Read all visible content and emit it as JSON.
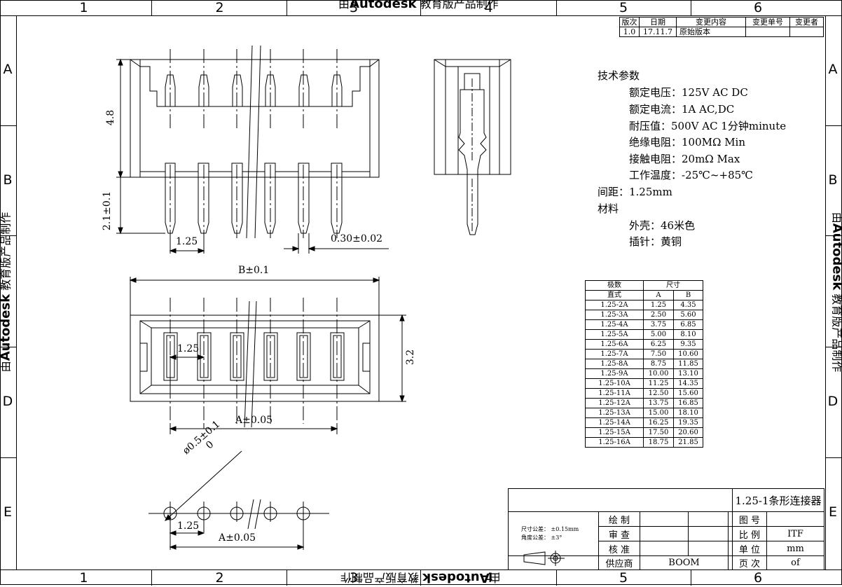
{
  "zones": [
    "1",
    "2",
    "3",
    "4",
    "5",
    "6"
  ],
  "rows": [
    "A",
    "B",
    "C",
    "D",
    "E"
  ],
  "watermark": {
    "prefix": "由",
    "brand": "Autodesk",
    "suffix": "教育版产品制作"
  },
  "revision": {
    "headers": [
      "版次",
      "日期",
      "变更内容",
      "变更单号",
      "变更者"
    ],
    "row": [
      "1.0",
      "17.11.7",
      "原始版本",
      "",
      ""
    ]
  },
  "specs": {
    "title": "技术参数",
    "voltage": "额定电压：125V AC DC",
    "current": "额定电流：1A AC,DC",
    "withstand": "耐压值：500V AC 1分钟minute",
    "insulation": "绝缘电阻：100MΩ   Min",
    "contact": "接触电阻：20mΩ    Max",
    "temp": "工作温度：-25℃~+85℃",
    "pitch": "间距：1.25mm",
    "material_title": "材料",
    "housing": "外壳：46米色",
    "pin": "插针：黄铜"
  },
  "dims": {
    "height": "4.8",
    "pin_len": "2.1±0.1",
    "pitch_a": "1.25",
    "pin_w": "0.30±0.02",
    "b_dim": "B±0.1",
    "depth": "3.2",
    "pitch_b": "1.25",
    "a_dim": "A±0.05",
    "hole": "ø0.5±0.1",
    "hole_tol": "0",
    "pitch_c": "1.25",
    "a_dim2": "A±0.05"
  },
  "size_table": {
    "h1": "极数",
    "h2": "尺寸",
    "s1": "直式",
    "s2": "A",
    "s3": "B",
    "rows": [
      [
        "1.25-2A",
        "1.25",
        "4.35"
      ],
      [
        "1.25-3A",
        "2.50",
        "5.60"
      ],
      [
        "1.25-4A",
        "3.75",
        "6.85"
      ],
      [
        "1.25-5A",
        "5.00",
        "8.10"
      ],
      [
        "1.25-6A",
        "6.25",
        "9.35"
      ],
      [
        "1.25-7A",
        "7.50",
        "10.60"
      ],
      [
        "1.25-8A",
        "8.75",
        "11.85"
      ],
      [
        "1.25-9A",
        "10.00",
        "13.10"
      ],
      [
        "1.25-10A",
        "11.25",
        "14.35"
      ],
      [
        "1.25-11A",
        "12.50",
        "15.60"
      ],
      [
        "1.25-12A",
        "13.75",
        "16.85"
      ],
      [
        "1.25-13A",
        "15.00",
        "18.10"
      ],
      [
        "1.25-14A",
        "16.25",
        "19.35"
      ],
      [
        "1.25-15A",
        "17.50",
        "20.60"
      ],
      [
        "1.25-16A",
        "18.75",
        "21.85"
      ]
    ]
  },
  "title_block": {
    "part": "1.25-1条形连接器",
    "tol1": "尺寸公差：",
    "tol1v": "±0.15mm",
    "tol2": "角度公差：",
    "tol2v": "±3°",
    "draw": "绘 制",
    "check": "审 查",
    "approve": "核 准",
    "supplier": "供应商",
    "supplier_v": "BOOM",
    "dwg": "图 号",
    "scale": "比 例",
    "scale_v": "ITF",
    "unit": "单 位",
    "unit_v": "mm",
    "page": "页 次",
    "page_v": "of"
  }
}
